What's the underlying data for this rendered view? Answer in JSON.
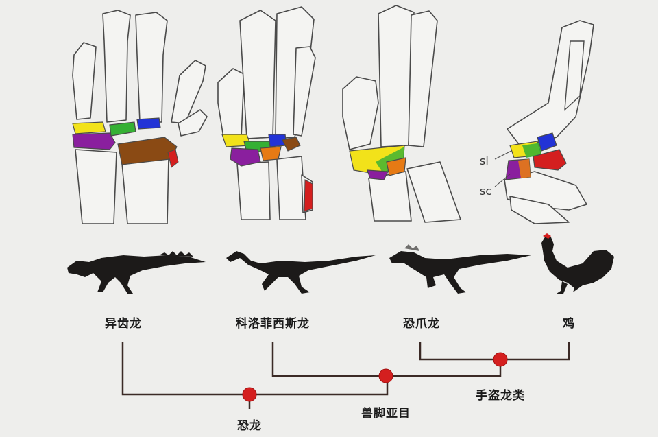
{
  "colors": {
    "background": "#eeeeec",
    "yellow": "#f2e21a",
    "green": "#35b034",
    "blue": "#2233d6",
    "purple": "#8a1f9e",
    "brown": "#8a4a14",
    "orange": "#e67a14",
    "red": "#d41f1f",
    "node": "#d41f1f",
    "branch": "#3b2a26",
    "silhouette": "#1c1a19"
  },
  "wrist_labels": {
    "sl": "sl",
    "sc": "sc"
  },
  "taxa": [
    {
      "id": "herrerasaurus",
      "label": "异齿龙"
    },
    {
      "id": "coelophysis",
      "label": "科洛菲西斯龙"
    },
    {
      "id": "deinonychus",
      "label": "恐爪龙"
    },
    {
      "id": "chicken",
      "label": "鸡"
    }
  ],
  "clades": [
    {
      "id": "dinosauria",
      "label": "恐龙"
    },
    {
      "id": "theropoda",
      "label": "兽脚亚目"
    },
    {
      "id": "maniraptora",
      "label": "手盗龙类"
    }
  ]
}
